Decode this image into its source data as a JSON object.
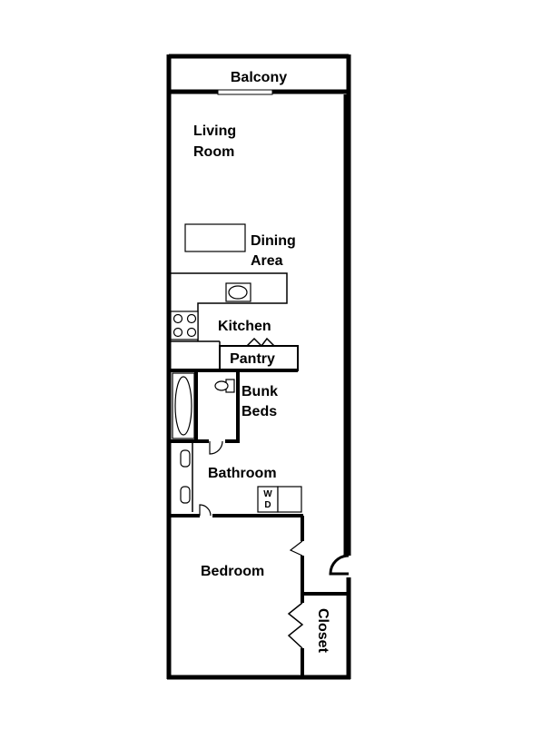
{
  "plan": {
    "rooms": {
      "balcony": "Balcony",
      "living_line1": "Living",
      "living_line2": "Room",
      "dining_line1": "Dining",
      "dining_line2": "Area",
      "kitchen": "Kitchen",
      "pantry": "Pantry",
      "bunk_line1": "Bunk",
      "bunk_line2": "Beds",
      "bathroom": "Bathroom",
      "bedroom": "Bedroom",
      "closet": "Closet"
    },
    "appliance": {
      "washer": "W",
      "dryer": "D"
    },
    "colors": {
      "wall": "#000000",
      "background": "#ffffff"
    }
  }
}
